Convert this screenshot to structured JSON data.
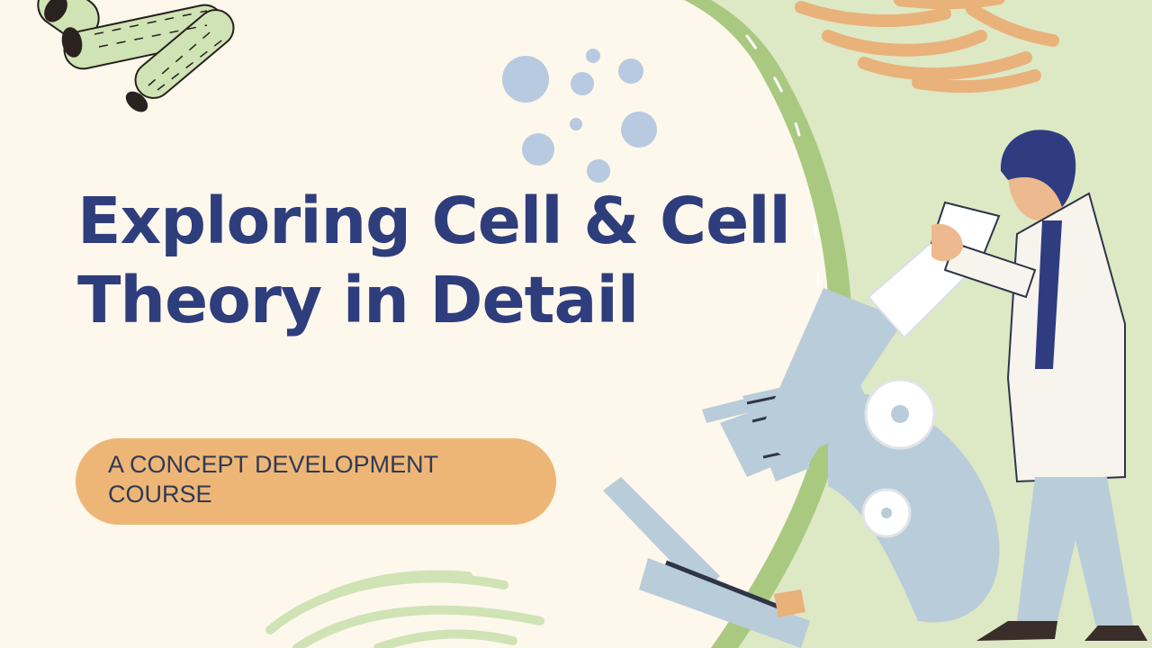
{
  "slide": {
    "title_line1": "Exploring Cell & Cell",
    "title_line2": "Theory in Detail",
    "subtitle": "A CONCEPT DEVELOPMENT COURSE"
  },
  "colors": {
    "background": "#FDF7EC",
    "title": "#2E3D7C",
    "pill": "#EEB676",
    "green_panel": "#DDE8C5",
    "green_band": "#A9C981",
    "microscope": "#B9CCD9",
    "bacteria_green": "#CFE3B5",
    "orange_cells": "#E9B27A",
    "dots": "#B7CAE0"
  },
  "icons": [
    "bacteria-cluster-icon",
    "blue-dots-icon",
    "orange-cells-icon",
    "green-bacteria-icon",
    "microscope-icon",
    "scientist-icon"
  ]
}
